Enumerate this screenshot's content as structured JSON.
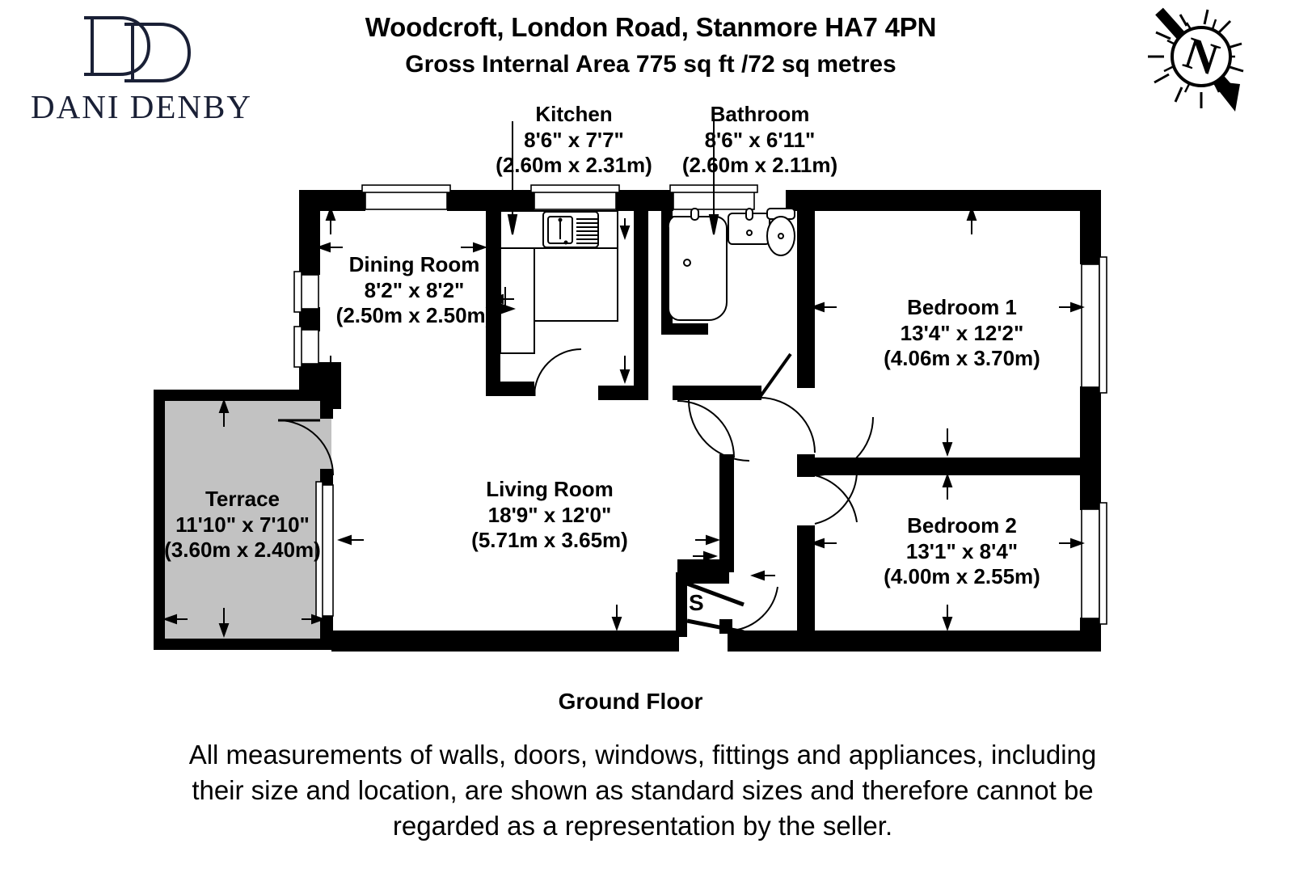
{
  "brand": {
    "monogram": "DD",
    "name": "DANI DENBY",
    "color": "#1a2036"
  },
  "header": {
    "address": "Woodcroft, London Road, Stanmore HA7 4PN",
    "area": "Gross Internal Area 775 sq ft /72 sq metres"
  },
  "compass": {
    "letter": "N",
    "direction": "north-arrow-pointing-southeast"
  },
  "rooms": [
    {
      "key": "kitchen",
      "name": "Kitchen",
      "imperial": "8'6\" x 7'7\"",
      "metric": "(2.60m x 2.31m)"
    },
    {
      "key": "bathroom",
      "name": "Bathroom",
      "imperial": "8'6\" x 6'11\"",
      "metric": "(2.60m x 2.11m)"
    },
    {
      "key": "dining",
      "name": "Dining Room",
      "imperial": "8'2\" x 8'2\"",
      "metric": "(2.50m x 2.50m)"
    },
    {
      "key": "bedroom1",
      "name": "Bedroom 1",
      "imperial": "13'4\" x 12'2\"",
      "metric": "(4.06m x 3.70m)"
    },
    {
      "key": "bedroom2",
      "name": "Bedroom 2",
      "imperial": "13'1\" x 8'4\"",
      "metric": "(4.00m x 2.55m)"
    },
    {
      "key": "living",
      "name": "Living Room",
      "imperial": "18'9\" x 12'0\"",
      "metric": "(5.71m x 3.65m)"
    },
    {
      "key": "terrace",
      "name": "Terrace",
      "imperial": "11'10\" x 7'10\"",
      "metric": "(3.60m x 2.40m)"
    }
  ],
  "storage": {
    "label": "S"
  },
  "footer": {
    "floor_caption": "Ground Floor",
    "disclaimer_line1": "All measurements of walls, doors, windows, fittings and appliances, including",
    "disclaimer_line2": "their size and location, are shown as standard sizes and therefore cannot be",
    "disclaimer_line3": "regarded as a representation by the seller."
  },
  "colors": {
    "wall": "#000000",
    "terrace_fill": "#c2c2c2",
    "background": "#ffffff",
    "brand": "#1a2036"
  }
}
